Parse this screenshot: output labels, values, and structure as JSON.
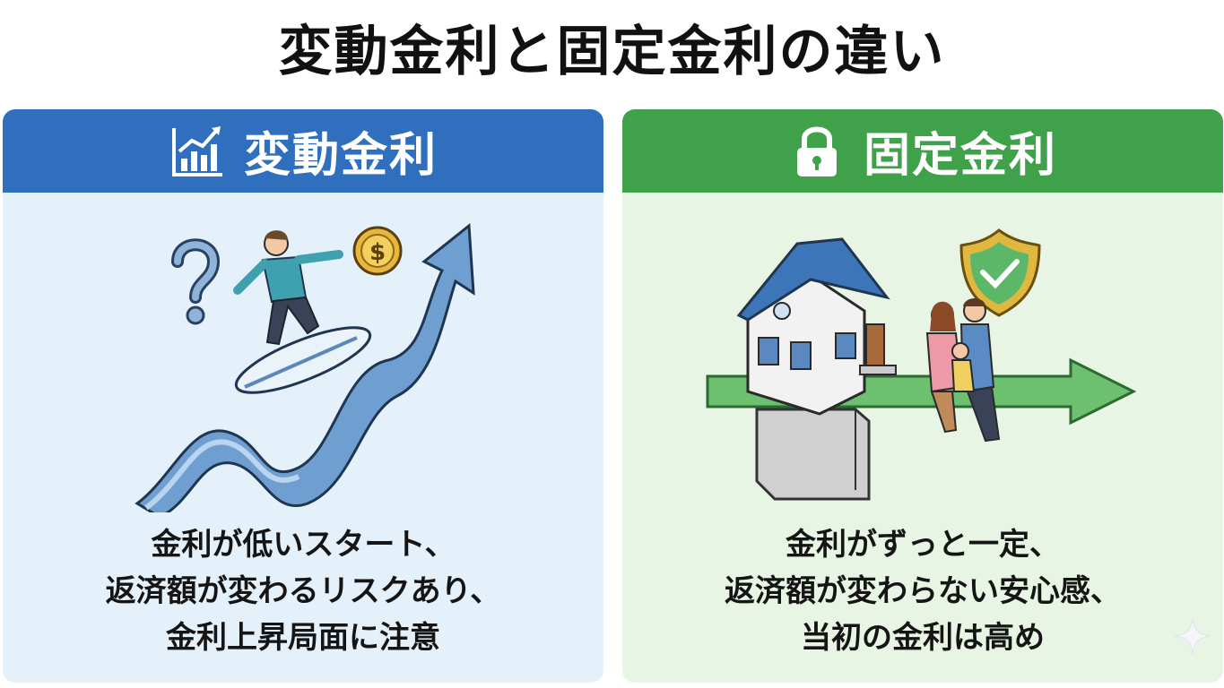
{
  "title": "変動金利と固定金利の違い",
  "colors": {
    "variable_header": "#2f6fbd",
    "variable_bg": "#e4f0fa",
    "fixed_header": "#3fa24a",
    "fixed_bg": "#e8f4e4"
  },
  "variable": {
    "heading": "変動金利",
    "icon": "rising-chart-icon",
    "description": [
      "金利が低いスタート、",
      "返済額が変わるリスクあり、",
      "金利上昇局面に注意"
    ]
  },
  "fixed": {
    "heading": "固定金利",
    "icon": "padlock-icon",
    "description": [
      "金利がずっと一定、",
      "返済額が変わらない安心感、",
      "当初の金利は高め"
    ]
  },
  "watermark_icon": "sparkle-icon"
}
